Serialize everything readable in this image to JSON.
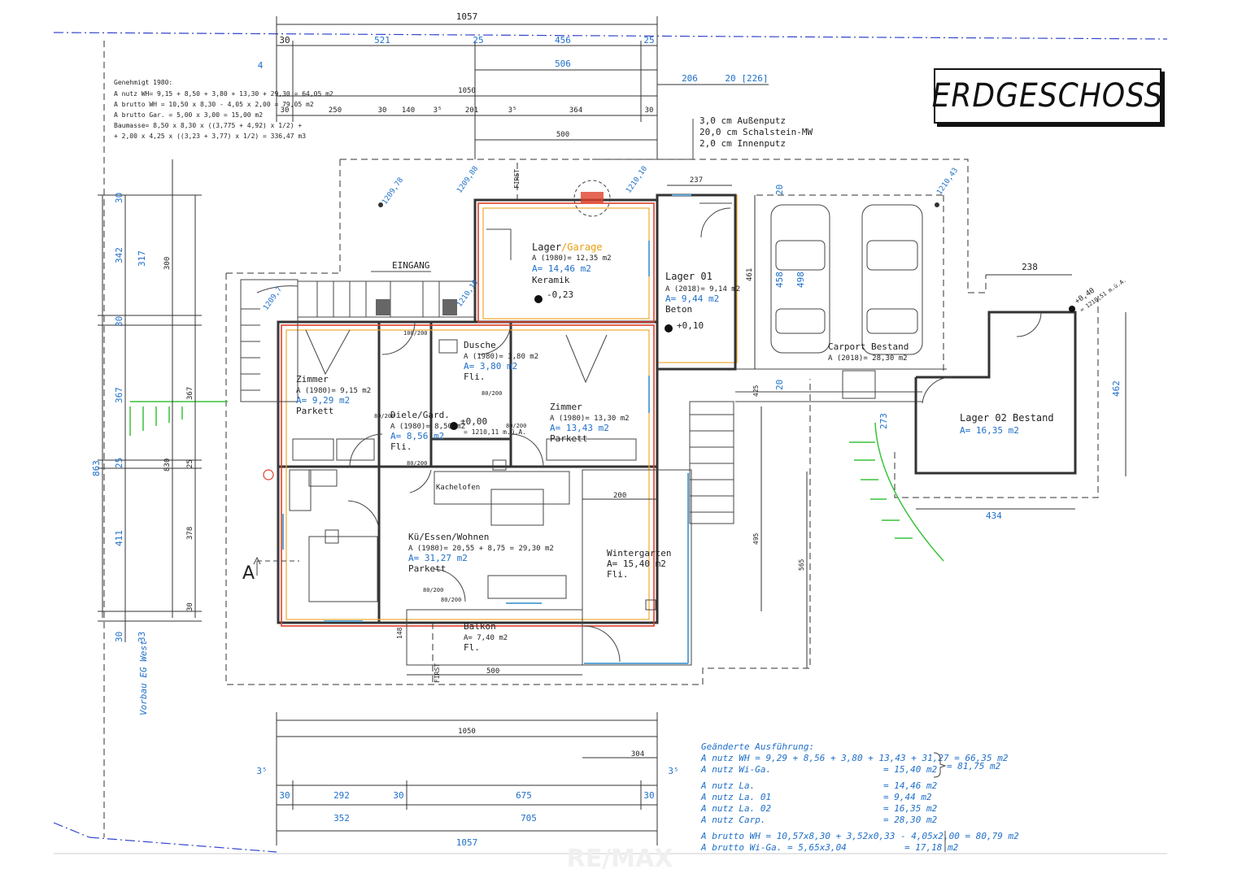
{
  "title": "ERDGESCHOSS",
  "watermark": "RE/MAX",
  "top_dims": {
    "total_top": "1057",
    "d30a": "30",
    "d521": "521",
    "d25": "25",
    "d456": "456",
    "d25b": "25",
    "d506": "506",
    "d4": "4",
    "d1050": "1050",
    "d206": "206",
    "d20": "20",
    "d226": "[226]",
    "d30b": "30",
    "d250": "250",
    "d30c": "30",
    "d140": "140",
    "d3_5a": "3⁵",
    "d201": "201",
    "d3_5b": "3⁵",
    "d364": "364",
    "d30d": "30",
    "d500": "500",
    "d237": "237",
    "d238": "238"
  },
  "approval_note": [
    "Genehmigt 1980:",
    "A nutz WH= 9,15 + 8,50 + 3,80 + 13,30 + 29,30 = 64,05 m2",
    "A brutto WH = 10,50 x 8,30 - 4,05 x 2,00 = 79,05 m2",
    "A brutto Gar. = 5,00 x 3,00                = 15,00 m2",
    "Baumasse= 8,50 x 8,30 x ((3,775 + 4,92) x 1/2) +",
    "        + 2,00 x 4,25 x ((3,23 + 3,77) x 1/2) = 336,47 m3"
  ],
  "wall_layers": [
    "3,0 cm Außenputz",
    "20,0 cm Schalstein-MW",
    "2,0 cm Innenputz"
  ],
  "rooms": {
    "lager_garage": {
      "name": "Lager",
      "name2": "/Garage",
      "a1980": "A (1980)= 12,35 m2",
      "a": "A= 14,46 m2",
      "floor": "Keramik",
      "level": "-0,23"
    },
    "lager01": {
      "name": "Lager 01",
      "a2018": "A (2018)= 9,14 m2",
      "a": "A= 9,44 m2",
      "floor": "Beton",
      "level": "+0,10"
    },
    "dusche": {
      "name": "Dusche",
      "a1980": "A (1980)= 3,80 m2",
      "a": "A= 3,80 m2",
      "floor": "Fli."
    },
    "zimmer_l": {
      "name": "Zimmer",
      "a1980": "A (1980)= 9,15 m2",
      "a": "A= 9,29 m2",
      "floor": "Parkett"
    },
    "diele": {
      "name": "Diele/Gard.",
      "a1980": "A (1980)= 8,50 m2",
      "a": "A= 8,56 m2",
      "floor": "Fli.",
      "level": "±0,00",
      "level2": "= 1210,11 m.ü.A."
    },
    "zimmer_r": {
      "name": "Zimmer",
      "a1980": "A (1980)= 13,30 m2",
      "a": "A= 13,43 m2",
      "floor": "Parkett"
    },
    "kueche": {
      "name": "Kü/Essen/Wohnen",
      "a1980": "A (1980)= 20,55 + 8,75 = 29,30 m2",
      "a": "A= 31,27 m2",
      "floor": "Parkett",
      "stove": "Kachelofen"
    },
    "wintergarten": {
      "name": "Wintergarten",
      "a": "A= 15,40 m2",
      "floor": "Fli."
    },
    "balkon": {
      "name": "Balkon",
      "a": "A= 7,40 m2",
      "floor": "Fl."
    },
    "carport": {
      "name": "Carport Bestand",
      "a2018": "A (2018)= 28,30 m2"
    },
    "lager02": {
      "name": "Lager 02 Bestand",
      "a": "A= 16,35 m2"
    }
  },
  "labels": {
    "eingang": "EINGANG",
    "first1": "FIRST",
    "first2": "FIRST",
    "section_a": "A",
    "vorbau": "Vorbau EG West"
  },
  "elevations": {
    "e1": "1209,78",
    "e2": "1209,88",
    "e3": "1210,10",
    "e4": "1210,43",
    "e5": "1210,10",
    "e6": "1209,7",
    "e7": "+0,40",
    "e8": "= 1210,51 m.ü.A."
  },
  "left_dims": {
    "d342": "342",
    "d30": "30",
    "d317": "317",
    "d300": "300",
    "d30e": "30",
    "d367": "367",
    "d367b": "367",
    "d863": "863",
    "d25": "25",
    "d830": "830",
    "d25b": "25",
    "d411": "411",
    "d378": "378",
    "d30f": "30",
    "d30g": "30",
    "d33": "33"
  },
  "inner_dims": {
    "d100_200a": "100/200",
    "d80_200a": "80/200",
    "d80_200b": "80/200",
    "d80_200c": "80/200",
    "d80_200d": "80/200",
    "d80_200e": "80/200",
    "d80_200f": "80/200",
    "d200": "200",
    "d500b": "500",
    "d148": "148",
    "d461": "461",
    "d458": "458",
    "d498": "498",
    "d425": "425",
    "d495": "495",
    "d565": "565",
    "d20a": "20",
    "d20b": "20",
    "d273": "273",
    "d462": "462",
    "d434": "434"
  },
  "bottom_dims": {
    "d1050": "1050",
    "d304": "304",
    "d3_5a": "3⁵",
    "d3_5b": "3⁵",
    "d30a": "30",
    "d292": "292",
    "d30b": "30",
    "d675": "675",
    "d30c": "30",
    "d352": "352",
    "d705": "705",
    "d1057": "1057"
  },
  "changes": [
    {
      "label": "Geänderte Ausführung:",
      "value": ""
    },
    {
      "label": "A nutz WH = 9,29 + 8,56 + 3,80 + 13,43 + 31,27 = 66,35 m2",
      "value": ""
    },
    {
      "label": "A nutz Wi-Ga.",
      "value": "= 15,40 m2"
    },
    {
      "label": "A nutz La.",
      "value": "= 14,46 m2"
    },
    {
      "label": "A nutz La. 01",
      "value": "= 9,44 m2"
    },
    {
      "label": "A nutz La. 02",
      "value": "= 16,35 m2"
    },
    {
      "label": "A nutz Carp.",
      "value": "= 28,30 m2"
    },
    {
      "label": "A brutto WH = 10,57x8,30 + 3,52x0,33 - 4,05x2,00 = 80,79 m2",
      "value": ""
    },
    {
      "label": "A brutto Wi-Ga. = 5,65x3,04",
      "value": "= 17,18 m2"
    }
  ],
  "changes_sum": "= 81,75 m2"
}
